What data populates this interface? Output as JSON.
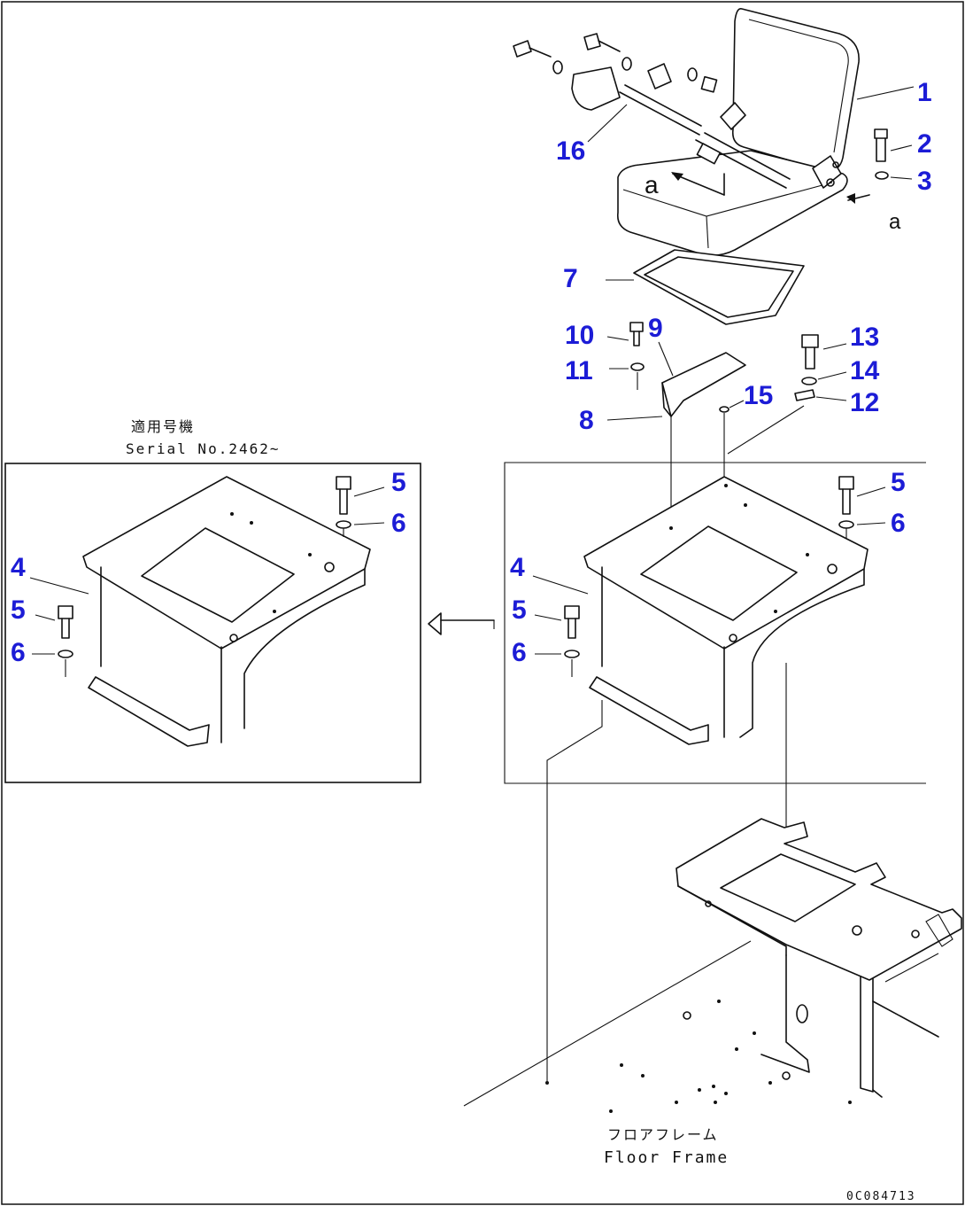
{
  "callouts": [
    {
      "id": "c1",
      "text": "1"
    },
    {
      "id": "c2",
      "text": "2"
    },
    {
      "id": "c3",
      "text": "3"
    },
    {
      "id": "c16",
      "text": "16"
    },
    {
      "id": "c7",
      "text": "7"
    },
    {
      "id": "c10",
      "text": "10"
    },
    {
      "id": "c9",
      "text": "9"
    },
    {
      "id": "c11",
      "text": "11"
    },
    {
      "id": "c8",
      "text": "8"
    },
    {
      "id": "c13",
      "text": "13"
    },
    {
      "id": "c14",
      "text": "14"
    },
    {
      "id": "c15",
      "text": "15"
    },
    {
      "id": "c12",
      "text": "12"
    },
    {
      "id": "l5a",
      "text": "5"
    },
    {
      "id": "l6a",
      "text": "6"
    },
    {
      "id": "l4",
      "text": "4"
    },
    {
      "id": "l5b",
      "text": "5"
    },
    {
      "id": "l6b",
      "text": "6"
    },
    {
      "id": "r5a",
      "text": "5"
    },
    {
      "id": "r6a",
      "text": "6"
    },
    {
      "id": "r4",
      "text": "4"
    },
    {
      "id": "r5b",
      "text": "5"
    },
    {
      "id": "r6b",
      "text": "6"
    }
  ],
  "notes": {
    "applicable_jp": "適用号機",
    "serial": "Serial No.2462~",
    "floor_frame_jp": "フロアフレーム",
    "floor_frame": "Floor Frame",
    "view_letter_a": "a",
    "view_letter_a2": "a",
    "drawing_code": "0C084713"
  }
}
